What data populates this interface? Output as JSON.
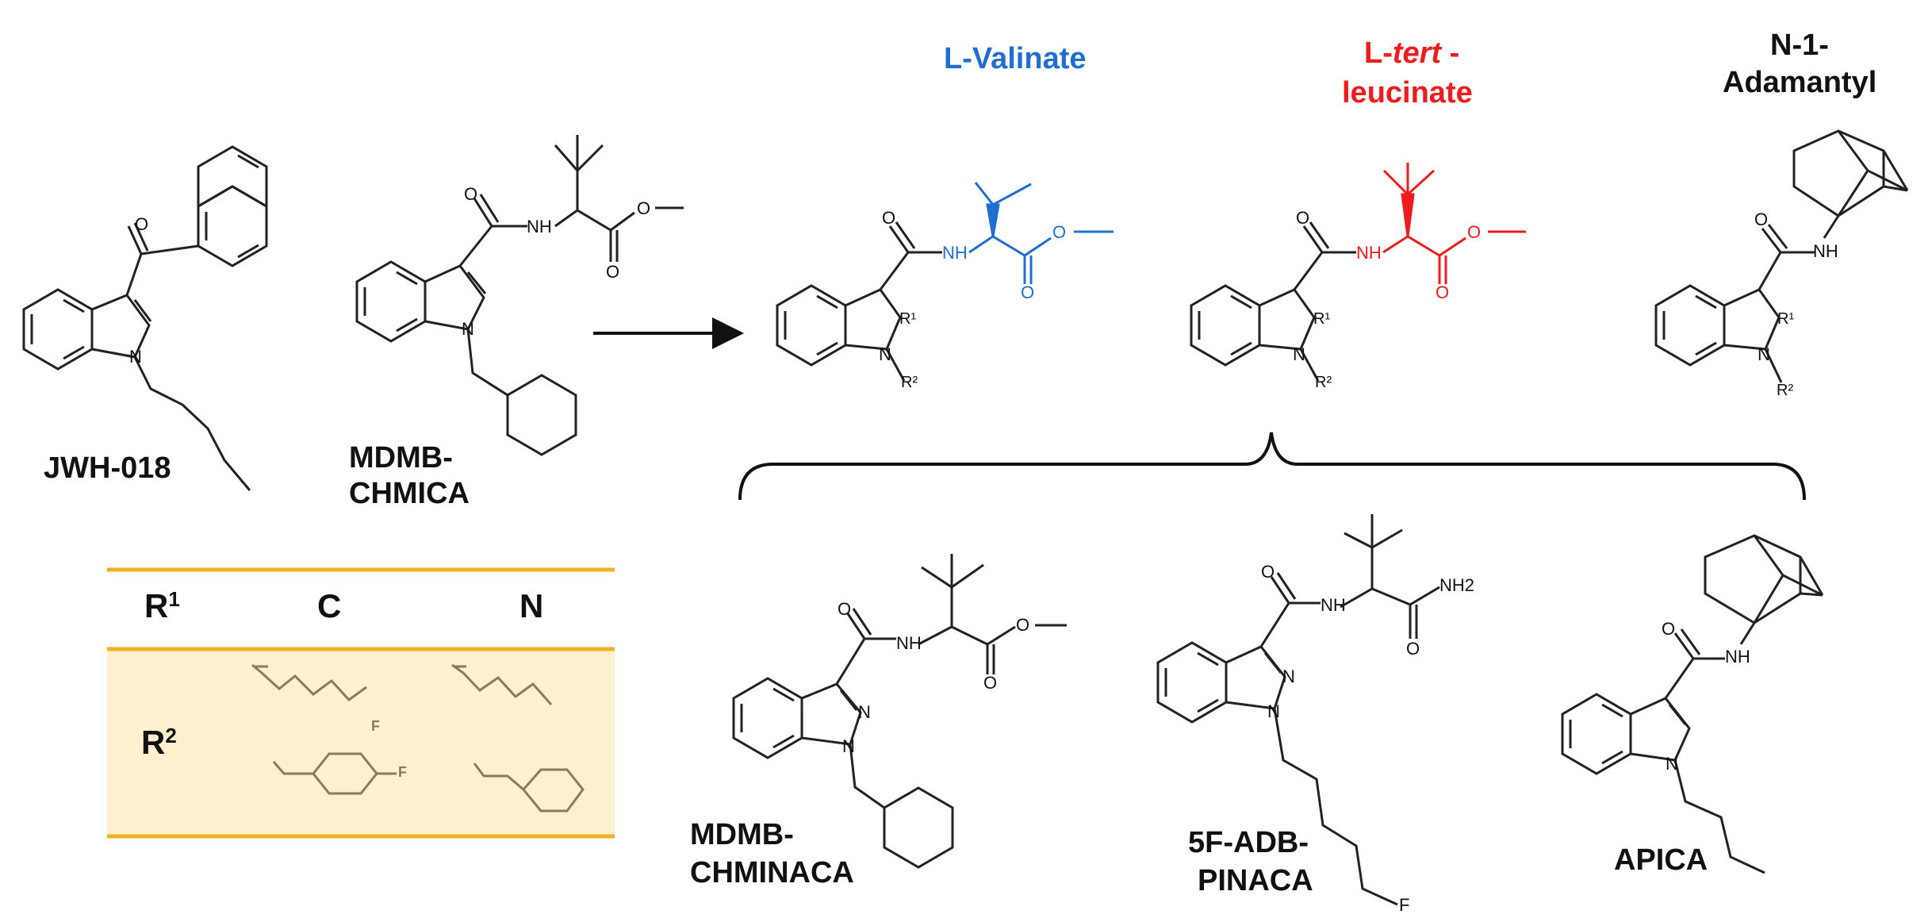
{
  "compounds": {
    "jwh018": "JWH-018",
    "mdmb_chmica": [
      "MDMB-",
      "CHMICA"
    ],
    "mdmb_chminaca": [
      "MDMB-",
      "CHMINACA"
    ],
    "adb_pinaca": [
      "5F-ADB-",
      "PINACA"
    ],
    "apica": "APICA"
  },
  "headers": {
    "valinate": "L-Valinate",
    "tert_prefix": "L-",
    "tert_italic": "tert",
    "tert_suffix": " -",
    "tert_line2": "leucinate",
    "adamantyl": [
      "N-1-",
      "Adamantyl"
    ]
  },
  "atoms": {
    "O": "O",
    "N": "N",
    "NH": "NH",
    "NH2": "NH2",
    "F": "F",
    "R1": "R¹",
    "R2": "R²"
  },
  "table": {
    "r1_label": "R",
    "r1_sup": "1",
    "col_c": "C",
    "col_n": "N",
    "r2_label": "R",
    "r2_sup": "2"
  },
  "colors": {
    "valinate": "#1f6fd0",
    "tert_leucinate": "#ee1c1c",
    "structure": "#222222",
    "table_border": "#f0b020",
    "table_fill": "#fdf0cf",
    "table_substituent": "#8a7a5a"
  }
}
